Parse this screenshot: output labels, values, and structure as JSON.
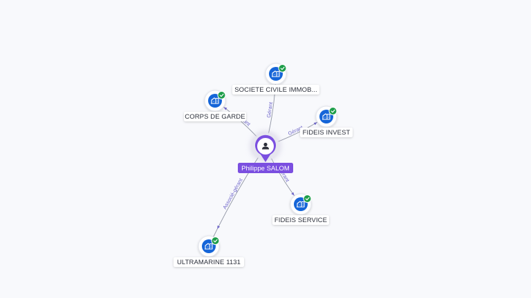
{
  "graph": {
    "center": {
      "name": "Philippe SALOM",
      "icon": "person-icon"
    },
    "companies": [
      {
        "id": "societe-civile",
        "label": "SOCIETE CIVILE IMMOB...",
        "relation": "Gérant",
        "icon": "building-icon",
        "status_icon": "check-icon"
      },
      {
        "id": "corps-de-garde",
        "label": "CORPS DE GARDE",
        "relation": "Gérant",
        "icon": "building-icon",
        "status_icon": "check-icon"
      },
      {
        "id": "fideis-invest",
        "label": "FIDEIS INVEST",
        "relation": "Gérant",
        "icon": "building-icon",
        "status_icon": "check-icon"
      },
      {
        "id": "fideis-service",
        "label": "FIDEIS SERVICE",
        "relation": "Gérant",
        "icon": "building-icon",
        "status_icon": "check-icon"
      },
      {
        "id": "ultramarine",
        "label": "ULTRAMARINE 1131",
        "relation": "Associé-gérant",
        "icon": "building-icon",
        "status_icon": "check-icon"
      }
    ]
  },
  "colors": {
    "person": "#7b4fe0",
    "company": "#1565d8",
    "check": "#1e9e4a",
    "edge": "#8f94a3",
    "edge_label": "#6f66c9"
  }
}
